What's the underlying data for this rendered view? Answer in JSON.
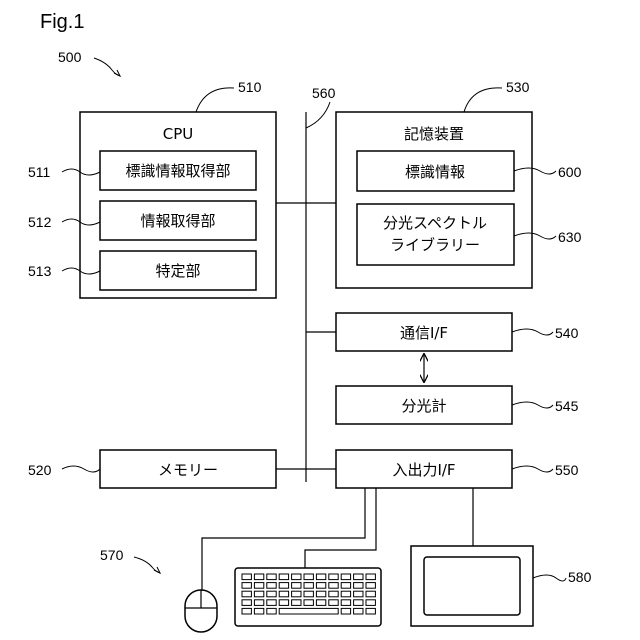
{
  "figure_label": "Fig.1",
  "refs": {
    "system": "500",
    "cpu": "510",
    "storage": "530",
    "bus": "560",
    "tag_acq": "511",
    "info_acq": "512",
    "identify": "513",
    "tag_info": "600",
    "spectral_lib": "630",
    "comm": "540",
    "spectrometer": "545",
    "memory": "520",
    "io": "550",
    "input_group": "570",
    "display": "580"
  },
  "labels": {
    "cpu": "CPU",
    "tag_acq": "標識情報取得部",
    "info_acq": "情報取得部",
    "identify": "特定部",
    "storage": "記憶装置",
    "tag_info": "標識情報",
    "spectral_lib_line1": "分光スペクトル",
    "spectral_lib_line2": "ライブラリー",
    "comm": "通信I/F",
    "spectrometer": "分光計",
    "memory": "メモリー",
    "io": "入出力I/F"
  }
}
